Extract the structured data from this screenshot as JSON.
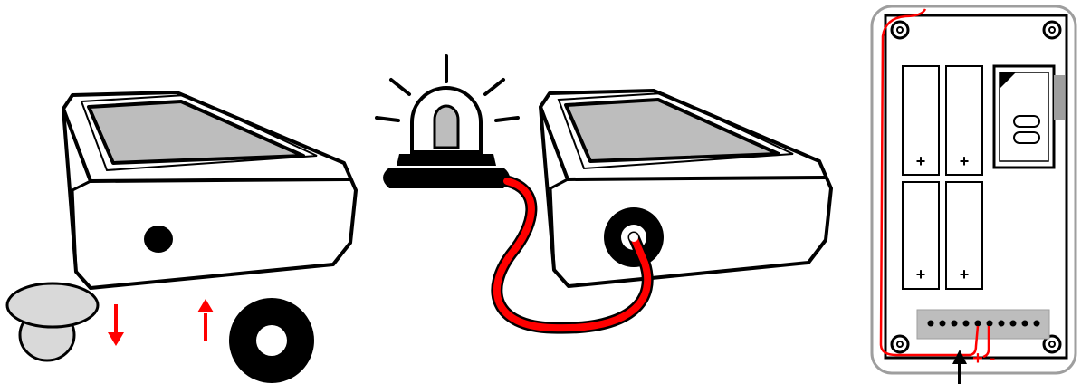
{
  "colors": {
    "outline": "#000000",
    "body_fill": "#ffffff",
    "solar_panel": "#bdbdbd",
    "plug_fill": "#d9d9d9",
    "wire_red": "#ff0000",
    "terminal_strip": "#bdbdbd"
  },
  "icons": {
    "beacon": "warning-beacon-icon",
    "battery_plus": "plus-sign"
  },
  "battery_panel": {
    "battery_count": 4,
    "battery_polarity_mark": "+",
    "terminal_count": 10,
    "polarity_labels": {
      "positive": "+",
      "negative": "-"
    }
  }
}
